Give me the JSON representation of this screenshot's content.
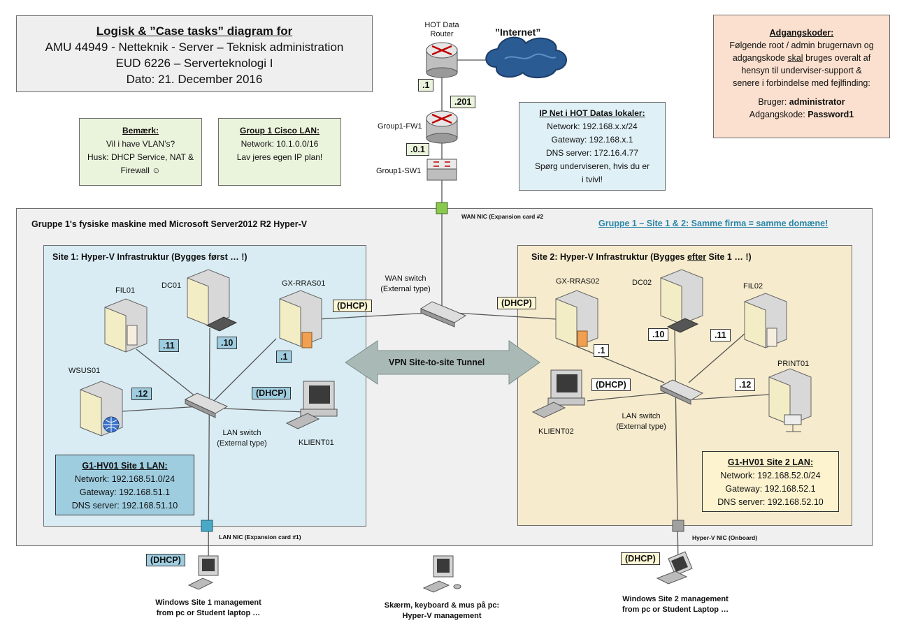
{
  "header": {
    "title": "Logisk & ”Case tasks” diagram for",
    "line1": "AMU 44949 - Netteknik - Server – Teknisk administration",
    "line2": "EUD 6226 – Serverteknologi I",
    "line3": "Dato: 21. December 2016"
  },
  "credentials": {
    "title": "Adgangskoder:",
    "text1": "Følgende root / admin brugernavn og",
    "text2_pre": "adgangskode ",
    "text2_under": "skal",
    "text2_post": " bruges overalt af",
    "text3": "hensyn til underviser-support &",
    "text4": "senere i forbindelse med fejlfinding:",
    "user_label": "Bruger: ",
    "user_value": "administrator",
    "pass_label": "Adgangskode: ",
    "pass_value": "Password1"
  },
  "note": {
    "title": "Bemærk:",
    "line1": "Vil i have VLAN’s?",
    "line2": "Husk: DHCP Service, NAT &",
    "line3": "Firewall ☺"
  },
  "cisco_lan": {
    "title": "Group 1 Cisco LAN:",
    "line1": "Network: 10.1.0.0/16",
    "line2": "Lav jeres egen IP plan!"
  },
  "hot_net": {
    "title": "IP Net i HOT Datas lokaler:",
    "line1": "Network: 192.168.x.x/24",
    "line2": "Gateway: 192.168.x.1",
    "line3": "DNS server: 172.16.4.77",
    "line4": "Spørg underviseren, hvis du er",
    "line5": "i tvivl!"
  },
  "top_devices": {
    "router_label1": "HOT Data",
    "router_label2": "Router",
    "internet_label": "”Internet”",
    "ip_router": ".1",
    "ip_fw": ".201",
    "fw_label": "Group1-FW1",
    "ip_sw": ".0.1",
    "sw_label": "Group1-SW1"
  },
  "physical": {
    "title": "Gruppe 1's fysiske maskine med Microsoft Server2012 R2 Hyper-V",
    "subtitle": "Gruppe 1 – Site 1 & 2:  Samme firma = samme domæne!",
    "wan_nic": "WAN NIC (Expansion card #2",
    "lan_nic": "LAN NIC (Expansion card #1)",
    "hv_nic": "Hyper-V NIC (Onboard)"
  },
  "site1": {
    "title": "Site 1: Hyper-V Infrastruktur (Bygges først … !)",
    "fil01": "FIL01",
    "dc01": "DC01",
    "rras": "GX-RRAS01",
    "wsus": "WSUS01",
    "klient": "KLIENT01",
    "ip_fil": ".11",
    "ip_dc": ".10",
    "ip_rras": ".1",
    "ip_wsus": ".12",
    "dhcp_klient": "(DHCP)",
    "dhcp_rras": "(DHCP)",
    "switch_label1": "LAN switch",
    "switch_label2": "(External type)",
    "lan_title": "G1-HV01 Site 1 LAN:",
    "lan_net": "Network: 192.168.51.0/24",
    "lan_gw": "Gateway: 192.168.51.1",
    "lan_dns": "DNS server: 192.168.51.10"
  },
  "site2": {
    "title_pre": "Site 2: Hyper-V Infrastruktur (Bygges ",
    "title_under": "efter",
    "title_post": " Site 1 … !)",
    "rras": "GX-RRAS02",
    "dc02": "DC02",
    "fil02": "FIL02",
    "print": "PRINT01",
    "klient": "KLIENT02",
    "ip_rras": ".1",
    "ip_dc": ".10",
    "ip_fil": ".11",
    "ip_print": ".12",
    "dhcp_klient": "(DHCP)",
    "dhcp_rras": "(DHCP)",
    "switch_label1": "LAN switch",
    "switch_label2": "(External type)",
    "lan_title": "G1-HV01 Site 2 LAN:",
    "lan_net": "Network: 192.168.52.0/24",
    "lan_gw": "Gateway: 192.168.52.1",
    "lan_dns": "DNS server: 192.168.52.10"
  },
  "middle": {
    "wan_switch1": "WAN switch",
    "wan_switch2": "(External type)",
    "vpn": "VPN Site-to-site Tunnel"
  },
  "bottom": {
    "dhcp1": "(DHCP)",
    "mgmt1_line1": "Windows Site 1 management",
    "mgmt1_line2": "from pc or Student laptop …",
    "mgmt_hv_line1": "Skærm, keyboard & mus på pc:",
    "mgmt_hv_line2": "Hyper-V management",
    "dhcp2": "(DHCP)",
    "mgmt2_line1": "Windows Site 2 management",
    "mgmt2_line2": "from pc or Student Laptop …"
  },
  "colors": {
    "header_bg": "#efefef",
    "credentials_bg": "#fbe0cf",
    "note_bg": "#eaf3dc",
    "hot_bg": "#dff0f6",
    "physical_bg": "#f0f0f0",
    "site1_bg": "#d9ecf3",
    "site2_bg": "#f6ebcd",
    "site2_lan_bg": "#fdf4cf",
    "blue_tag": "#9fcde0",
    "nic_green": "#8bc84f",
    "nic_blue": "#49a8c6",
    "nic_grey": "#a0a0a0"
  }
}
